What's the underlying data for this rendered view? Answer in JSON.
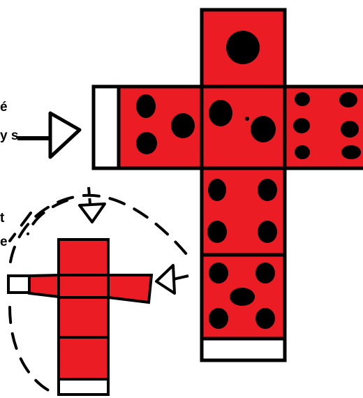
{
  "labels": {
    "line1": "é",
    "line2": "y s",
    "line3": "t",
    "line4": "e"
  },
  "colors": {
    "face": "#ec1c24",
    "outline": "#000000",
    "flap": "#ffffff",
    "background": "#ffffff"
  },
  "large_net": {
    "faces": [
      {
        "name": "top",
        "pips": 1
      },
      {
        "name": "left",
        "pips": 3
      },
      {
        "name": "center",
        "pips": 3
      },
      {
        "name": "right",
        "pips": 6
      },
      {
        "name": "below-1",
        "pips": 4
      },
      {
        "name": "below-2",
        "pips": 5
      }
    ],
    "flaps": [
      "left-flap",
      "bottom-flap"
    ]
  },
  "small_net": {
    "faces": 6,
    "flaps": [
      "left-flap",
      "bottom-flap"
    ]
  }
}
